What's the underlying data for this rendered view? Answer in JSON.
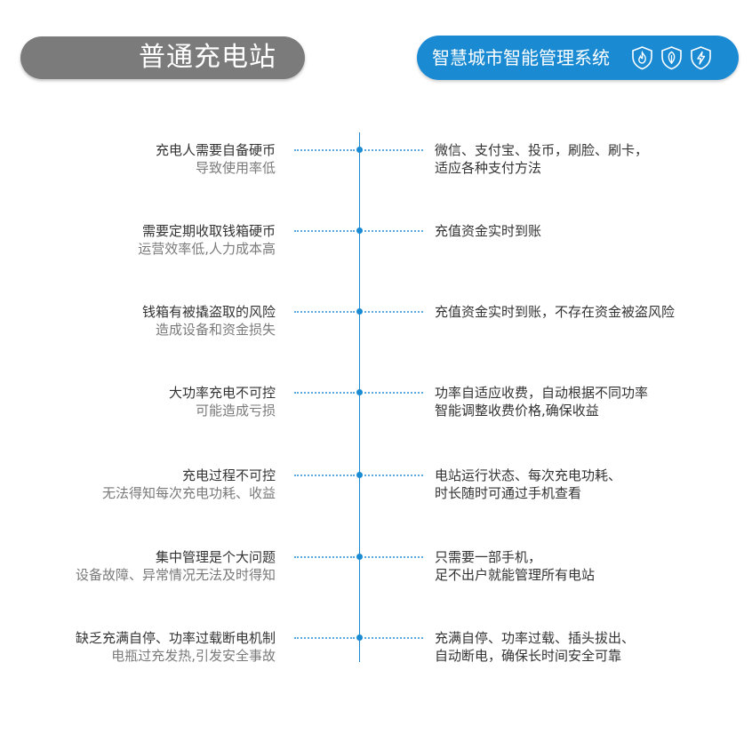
{
  "header": {
    "left_title": "普通充电站",
    "right_title": "智慧城市智能管理系统",
    "icons": [
      "flame-shield-icon",
      "leaf-shield-icon",
      "bolt-shield-icon"
    ],
    "colors": {
      "left_pill": "#7b7b7b",
      "right_pill": "#1a8ad3",
      "axis": "#1a8ad3"
    }
  },
  "rows": [
    {
      "left": [
        "充电人需要自备硬币",
        "导致使用率低"
      ],
      "right": [
        "微信、支付宝、投币，刷脸、刷卡，",
        "适应各种支付方法"
      ]
    },
    {
      "left": [
        "需要定期收取钱箱硬币",
        "运营效率低,人力成本高"
      ],
      "right": [
        "充值资金实时到账",
        ""
      ]
    },
    {
      "left": [
        "钱箱有被撬盗取的风险",
        "造成设备和资金损失"
      ],
      "right": [
        "充值资金实时到账，不存在资金被盗风险",
        ""
      ]
    },
    {
      "left": [
        "大功率充电不可控",
        "可能造成亏损"
      ],
      "right": [
        "功率自适应收费，自动根据不同功率",
        "智能调整收费价格,确保收益"
      ]
    },
    {
      "left": [
        "充电过程不可控",
        "无法得知每次充电功耗、收益"
      ],
      "right": [
        "电站运行状态、每次充电功耗、",
        "时长随时可通过手机查看"
      ]
    },
    {
      "left": [
        "集中管理是个大问题",
        "设备故障、异常情况无法及时得知"
      ],
      "right": [
        "只需要一部手机，",
        "足不出户就能管理所有电站"
      ]
    },
    {
      "left": [
        "缺乏充满自停、功率过载断电机制",
        "电瓶过充发热,引发安全事故"
      ],
      "right": [
        "充满自停、功率过载、插头拔出、",
        "自动断电，确保长时间安全可靠"
      ]
    }
  ]
}
